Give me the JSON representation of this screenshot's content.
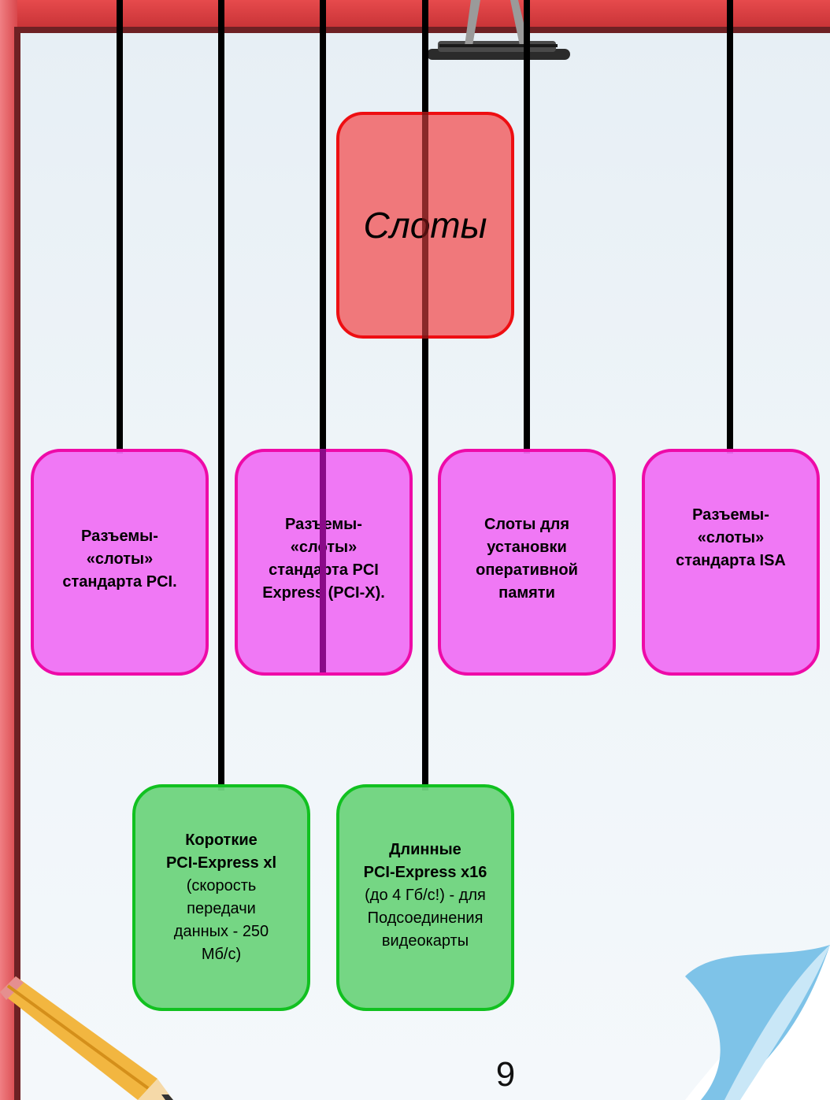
{
  "diagram": {
    "root": {
      "label": "Слоты"
    },
    "children": [
      {
        "label": "Разъемы-\n«слоты»\nстандарта PCI."
      },
      {
        "label": "Разъемы-\n«слоты»\nстандарта PCI\nExpress (PCI-X)."
      },
      {
        "label": "Слоты для\nустановки\nоперативной\nпамяти"
      },
      {
        "label": "Разъемы-\n«слоты»\nстандарта ISA"
      }
    ],
    "subchildren": [
      {
        "title": "Короткие\nPCI-Express xl",
        "detail": "(скорость\nпередачи\nданных - 250\nМб/с)"
      },
      {
        "title": "Длинные\nPCI-Express x16",
        "detail": "(до 4 Гб/с!) - для\nПодсоединения\nвидеокарты"
      }
    ]
  },
  "page_number": "9",
  "colors": {
    "root_fill": "#f06e70",
    "root_border": "#ee0e12",
    "mid_fill": "#f06ef4",
    "mid_border": "#ee0aa8",
    "low_fill": "#6ed47d",
    "low_border": "#11c120",
    "frame": "#c33a3e"
  }
}
